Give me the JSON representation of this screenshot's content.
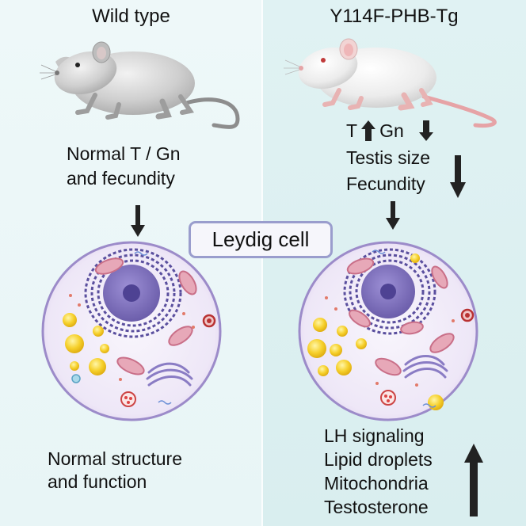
{
  "wild_type": {
    "title": "Wild type",
    "status_line1": "Normal T / Gn",
    "status_line2": "and fecundity",
    "outcome_line1": "Normal structure",
    "outcome_line2": "and function"
  },
  "transgenic": {
    "title": "Y114F-PHB-Tg",
    "hormone_t": "T",
    "hormone_gn": "Gn",
    "testis_size": "Testis size",
    "fecundity": "Fecundity",
    "increased_items": [
      "LH signaling",
      "Lipid droplets",
      "Mitochondria",
      "Testosterone"
    ]
  },
  "center_label": "Leydig cell",
  "colors": {
    "left_background": "#eef8f9",
    "right_background": "#ddf0f1",
    "cell_membrane": "#9c8bc9",
    "cell_fill": "#f1ecf8",
    "nucleus": "#7a6cb8",
    "mitochondria": "#c96f88",
    "lipid_droplet": "#f6d02b",
    "label_border": "#9a9dcd"
  },
  "icons": {
    "wild_type_mouse": "grey-mouse",
    "transgenic_mouse": "white-mouse",
    "arrow_down": "arrow-down-icon",
    "arrow_up": "arrow-up-icon"
  }
}
